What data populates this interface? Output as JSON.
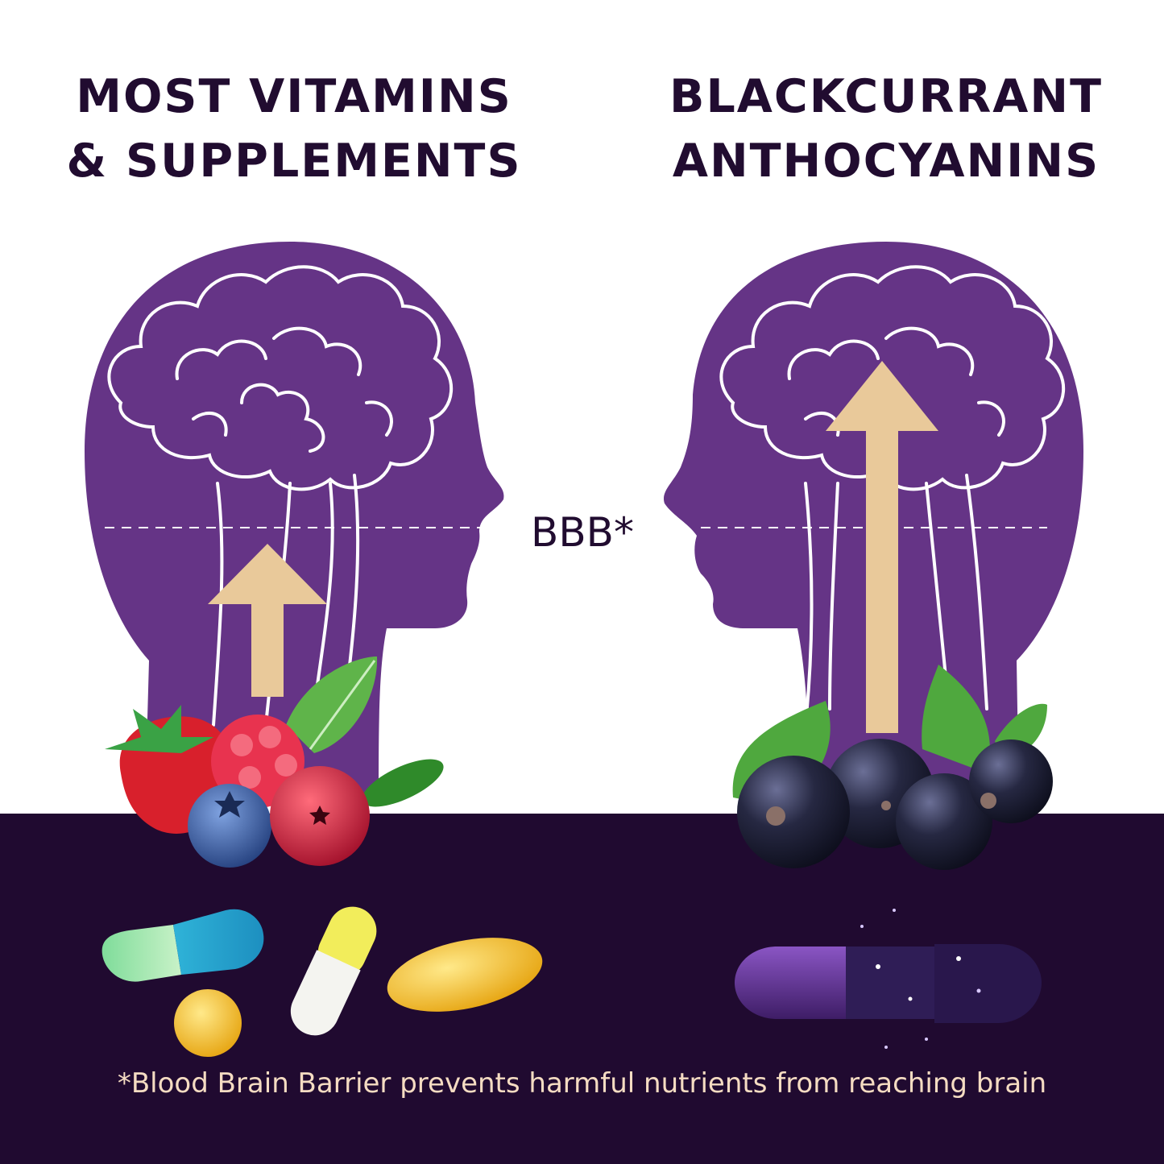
{
  "left_heading": {
    "line1": "MOST VITAMINS",
    "line2": "& SUPPLEMENTS"
  },
  "right_heading": {
    "line1": "BLACKCURRANT",
    "line2": "ANTHOCYANINS"
  },
  "barrier_label": "BBB*",
  "footnote": "*Blood Brain Barrier prevents harmful nutrients from reaching brain",
  "colors": {
    "head_purple": "#653486",
    "dark_band": "#200a30",
    "arrow": "#e9c99a",
    "heading_text": "#210c30",
    "footnote_text": "#f5dcc2"
  },
  "icons": [
    "head-silhouette-icon",
    "brain-icon",
    "arrow-up-icon",
    "berries-icon",
    "blackcurrant-icon",
    "capsule-icon",
    "softgel-icon"
  ]
}
